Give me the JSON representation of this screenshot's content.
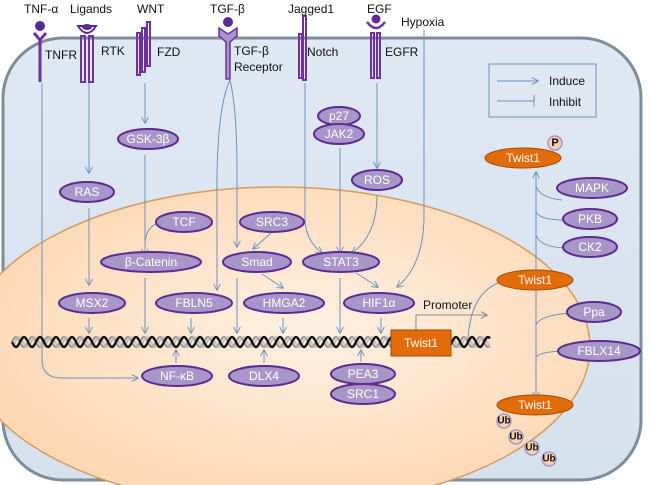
{
  "title": "Twist1 regulatory signaling pathways",
  "colors": {
    "cell": "#dbe5f1",
    "cell_border": "#7f8c9a",
    "nucleus": "#fde2c6",
    "node_fill": "#a896c8",
    "node_stroke": "#5b2a92",
    "receptor": "#7030a0",
    "twist": "#e26b0a",
    "twist_stroke": "#a34a04",
    "edge": "#6e93bd",
    "ub_fill": "#f7d1b0",
    "ub_stroke": "#a896c8"
  },
  "extracellular": {
    "tnf_alpha": "TNF-α",
    "ligands": "Ligands",
    "wnt": "WNT",
    "tgf_beta": "TGF-β",
    "jagged1": "Jagged1",
    "egf": "EGF",
    "hypoxia": "Hypoxia"
  },
  "receptors": {
    "tnfr": "TNFR",
    "rtk": "RTK",
    "fzd": "FZD",
    "tgf_beta_receptor_line1": "TGF-β",
    "tgf_beta_receptor_line2": "Receptor",
    "notch": "Notch",
    "egfr": "EGFR"
  },
  "legend": {
    "induce": "Induce",
    "inhibit": "Inhibit"
  },
  "nodes": {
    "gsk3b": "GSK-3β",
    "p27": "p27",
    "jak2": "JAK2",
    "ras": "RAS",
    "ros": "ROS",
    "tcf": "TCF",
    "src3": "SRC3",
    "beta_catenin": "β-Catenin",
    "smad": "Smad",
    "stat3": "STAT3",
    "msx2": "MSX2",
    "fbln5": "FBLN5",
    "hmga2": "HMGA2",
    "hif1a": "HIF1α",
    "nfkb": "NF-κB",
    "dlx4": "DLX4",
    "pea3": "PEA3",
    "src1": "SRC1",
    "mapk": "MAPK",
    "pkb": "PKB",
    "ck2": "CK2",
    "ppa": "Ppa",
    "fblx14": "FBLX14"
  },
  "twist": {
    "gene": "Twist1",
    "promoter": "Promoter",
    "protein": "Twist1",
    "phospho": "Twist1",
    "phospho_mark": "P",
    "ubiquitinated": "Twist1",
    "ub": [
      "Ub",
      "Ub",
      "Ub",
      "Ub"
    ]
  }
}
